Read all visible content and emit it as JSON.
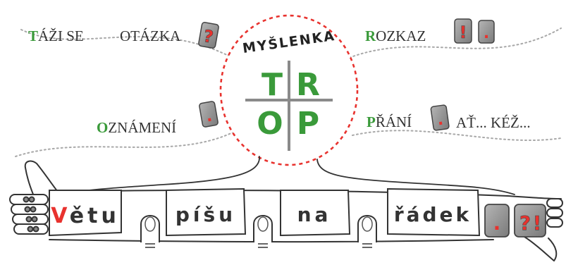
{
  "thought": {
    "title": "MYŠLENKA",
    "quadrants": [
      {
        "letter": "T",
        "id": "t"
      },
      {
        "letter": "R",
        "id": "r"
      },
      {
        "letter": "O",
        "id": "o"
      },
      {
        "letter": "P",
        "id": "p"
      }
    ]
  },
  "labels": {
    "tazi_initial": "T",
    "tazi_rest": "ÁŽI SE",
    "otazka": "OTÁZKA",
    "rozkaz_initial": "R",
    "rozkaz_rest": "OZKAZ",
    "oznameni_initial": "O",
    "oznameni_rest": "ZNÁMENÍ",
    "prani_initial": "P",
    "prani_rest": "ŘÁNÍ",
    "at_kez": "AŤ... KÉŽ..."
  },
  "punctuation": {
    "question": "?",
    "exclamation": "!",
    "period": ".",
    "interrobang_q": "?",
    "interrobang_e": "!"
  },
  "sentence": {
    "word1_initial": "V",
    "word1_rest": "ětu",
    "word2": "píšu",
    "word3": "na",
    "word4": "řádek"
  },
  "colors": {
    "green": "#3a9a3a",
    "red": "#e8322e",
    "gray": "#8a8a8a",
    "dark": "#333333"
  }
}
